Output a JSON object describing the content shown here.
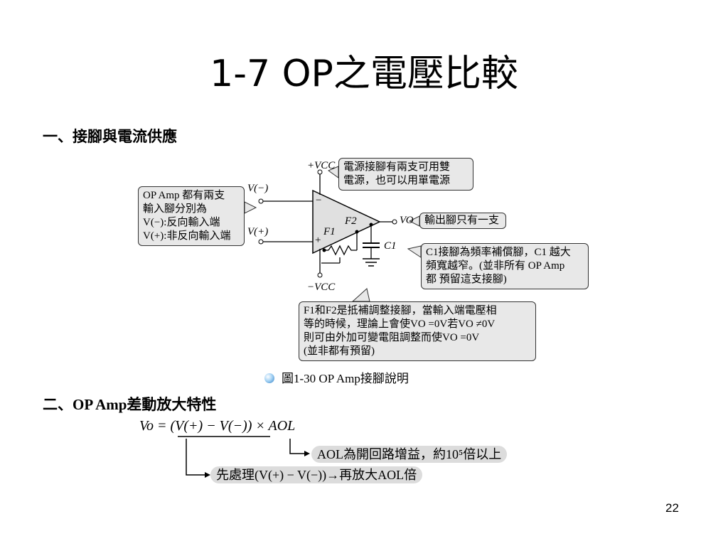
{
  "title": "1-7 OP之電壓比較",
  "section1": "一、接腳與電流供應",
  "section2": "二、OP Amp差動放大特性",
  "caption": "圖1-30 OP Amp接腳說明",
  "page_number": "22",
  "diagram": {
    "label_vcc_pos": "+VCC",
    "label_vcc_neg": "−VCC",
    "label_vneg": "V(−)",
    "label_vpos": "V(+)",
    "label_vo": "VO",
    "label_f1": "F1",
    "label_f2": "F2",
    "label_c1": "C1",
    "label_minus": "−",
    "label_plus": "+"
  },
  "callouts": {
    "power": [
      "電源接腳有兩支可用雙",
      "電源，也可以用單電源"
    ],
    "inputs": [
      "OP Amp 都有兩支",
      "輸入腳分別為",
      "V(−):反向輸入端",
      "V(+):非反向輸入端"
    ],
    "output": [
      "輸出腳只有一支"
    ],
    "c1": [
      "C1接腳為頻率補償腳，C1 越大",
      "頻寬越窄。(並非所有 OP Amp",
      "都 預留這支接腳)"
    ],
    "f1f2": [
      "F1和F2是抵補調整接腳，當輸入端電壓相",
      "等的時候，理論上會使VO =0V若VO ≠0V",
      "則可由外加可變電阻調整而使VO =0V",
      "(並非都有預留)"
    ]
  },
  "formula": {
    "main": "Vo = (V(+) − V(−)) × AOL",
    "gain_note": "AOL為開回路增益，約10⁵倍以上",
    "process_note": "先處理(V(+) − V(−))→再放大AOL倍"
  }
}
